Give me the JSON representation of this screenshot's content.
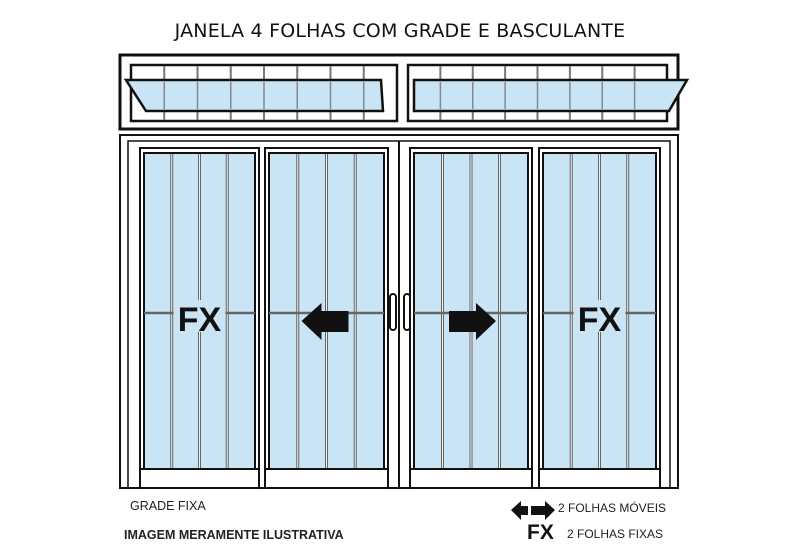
{
  "title": "JANELA 4 FOLHAS COM GRADE E BASCULANTE",
  "panels": [
    {
      "label": "FX",
      "type": "fixed"
    },
    {
      "label": "",
      "type": "sliding-left"
    },
    {
      "label": "",
      "type": "sliding-right"
    },
    {
      "label": "FX",
      "type": "fixed"
    }
  ],
  "legend": {
    "grade": "GRADE FIXA",
    "disclaimer": "IMAGEM MERAMENTE ILUSTRATIVA",
    "moveis": "2 FOLHAS MÓVEIS",
    "fx_symbol": "FX",
    "fixas": "2 FOLHAS FIXAS"
  },
  "colors": {
    "glass": "#c9e4f5",
    "frame": "#111111"
  }
}
